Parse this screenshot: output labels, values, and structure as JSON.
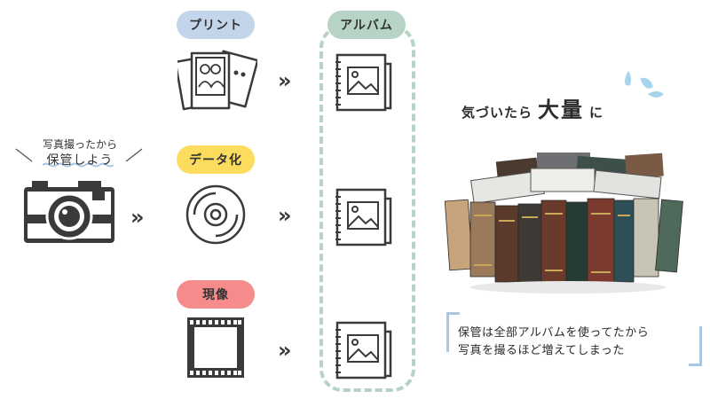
{
  "left_caption": {
    "line1": "写真撮ったから",
    "line2": "保管しよう"
  },
  "categories": [
    {
      "label": "プリント",
      "color": "#c3d5ea"
    },
    {
      "label": "データ化",
      "color": "#fbdc5c"
    },
    {
      "label": "現像",
      "color": "#f58b8b"
    }
  ],
  "album": {
    "label": "アルバム",
    "color": "#b7d3c6"
  },
  "headline": {
    "prefix": "気づいたら",
    "emphasis": "大量",
    "suffix": "に"
  },
  "bottom_note": {
    "line1": "保管は全部アルバムを使ってたから",
    "line2": "写真を撮るほど増えてしまった"
  },
  "arrow_glyph": "»",
  "icons": [
    "camera-icon",
    "printed-photos-icon",
    "disc-icon",
    "film-strip-icon",
    "photo-album-icon",
    "album-pile-photo"
  ]
}
